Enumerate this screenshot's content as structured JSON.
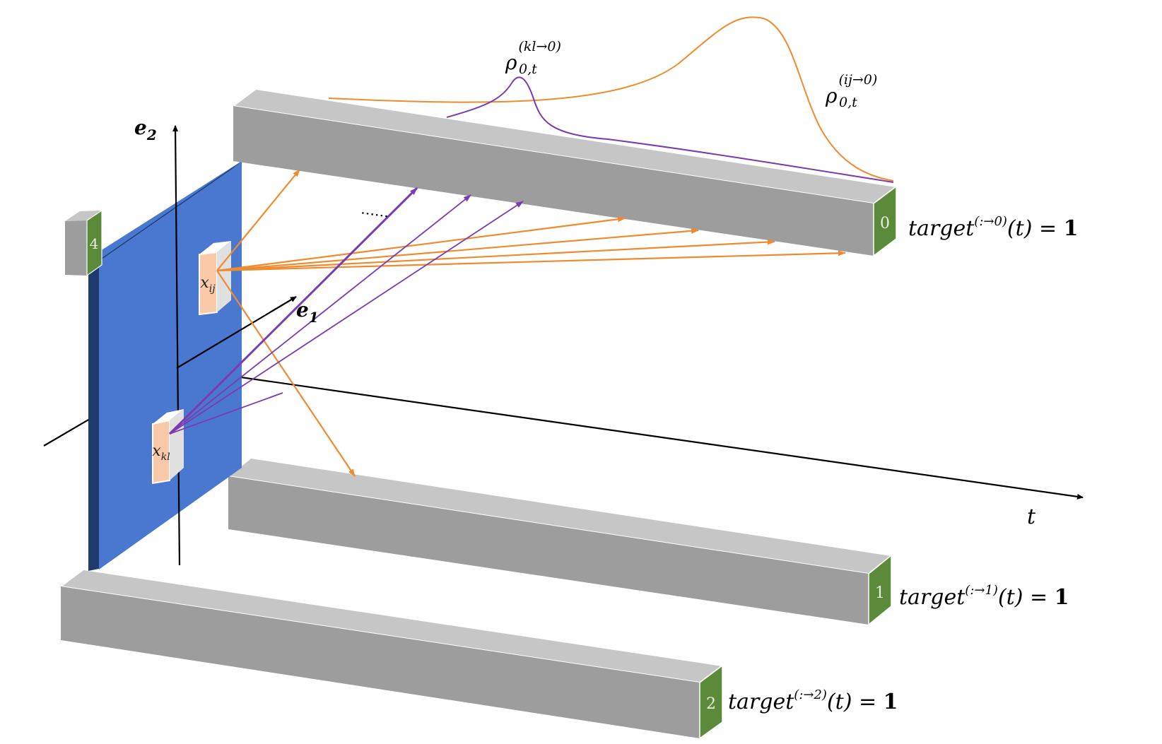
{
  "axes": {
    "e1": {
      "base": "e",
      "sub": "1"
    },
    "e2": {
      "base": "e",
      "sub": "2"
    },
    "t": "t",
    "ellipsis": "……"
  },
  "cells": {
    "xij": {
      "base": "x",
      "sub": "ij"
    },
    "xkl": {
      "base": "x",
      "sub": "kl"
    }
  },
  "bars": [
    {
      "id": "0",
      "label": "0"
    },
    {
      "id": "1",
      "label": "1"
    },
    {
      "id": "2",
      "label": "2"
    }
  ],
  "side_block": {
    "label": "4"
  },
  "targets": [
    {
      "text": "target",
      "sup": "(:→0)",
      "arg": "(t) = ",
      "val": "1"
    },
    {
      "text": "target",
      "sup": "(:→1)",
      "arg": "(t) = ",
      "val": "1"
    },
    {
      "text": "target",
      "sup": "(:→2)",
      "arg": "(t) = ",
      "val": "1"
    }
  ],
  "densities": {
    "kl": {
      "base": "ρ",
      "sub": "0,t",
      "sup": "(kl→0)"
    },
    "ij": {
      "base": "ρ",
      "sub": "0,t",
      "sup": "(ij→0)"
    }
  },
  "colors": {
    "plane": "#4a78d0",
    "plane_edge": "#1f3a6e",
    "bar_top": "#c2c2c2",
    "bar_face": "#9d9d9d",
    "end_cap": "#5a8a3a",
    "cell": "#f9c9a8",
    "orange": "#ef8a2e",
    "purple": "#7a3bb0"
  }
}
